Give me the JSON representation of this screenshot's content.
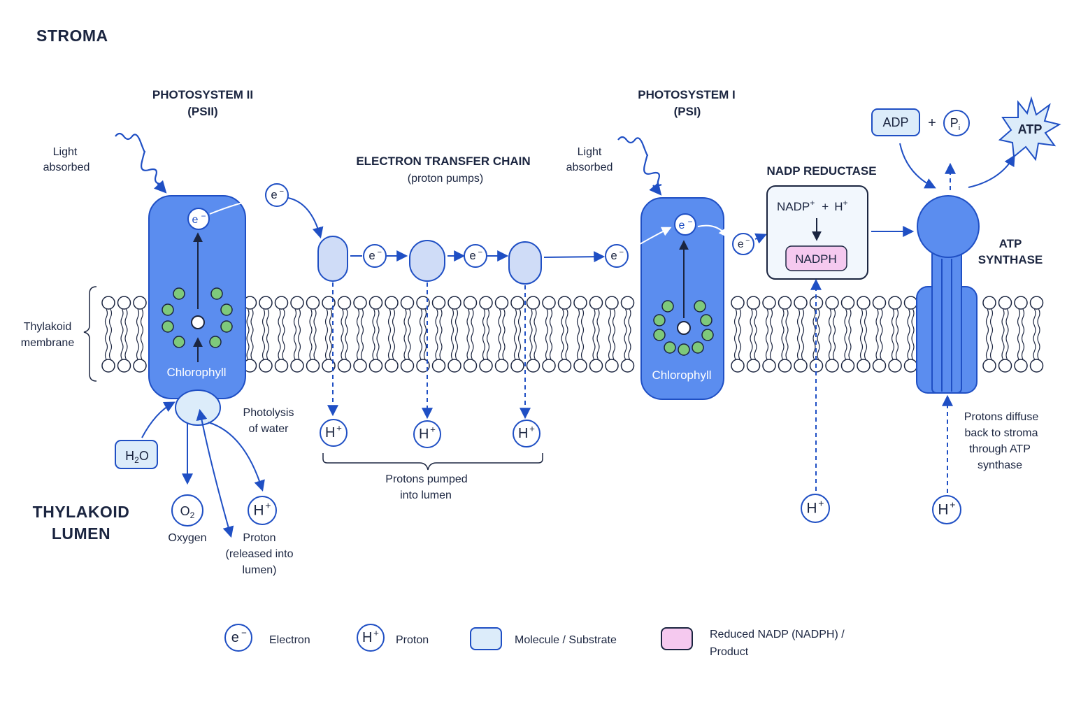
{
  "regions": {
    "stroma": "STROMA",
    "lumen_line1": "THYLAKOID",
    "lumen_line2": "LUMEN"
  },
  "membrane": {
    "label_line1": "Thylakoid",
    "label_line2": "membrane"
  },
  "psii": {
    "title_line1": "PHOTOSYSTEM II",
    "title_line2": "(PSII)",
    "light_line1": "Light",
    "light_line2": "absorbed",
    "pigment": "Chlorophyll",
    "photolysis_line1": "Photolysis",
    "photolysis_line2": "of water"
  },
  "etc": {
    "title_line1": "ELECTRON TRANSFER CHAIN",
    "title_line2": "(proton pumps)",
    "pumped_line1": "Protons pumped",
    "pumped_line2": "into lumen"
  },
  "psi": {
    "title_line1": "PHOTOSYSTEM I",
    "title_line2": "(PSI)",
    "light_line1": "Light",
    "light_line2": "absorbed",
    "pigment": "Chlorophyll"
  },
  "nadp": {
    "title": "NADP REDUCTASE",
    "reactant": "NADP",
    "plus": "+",
    "product": "NADPH"
  },
  "atp": {
    "title_line1": "ATP",
    "title_line2": "SYNTHASE",
    "adp": "ADP",
    "plus": "+",
    "pi": "P",
    "pi_sub": "i",
    "atp": "ATP",
    "diffuse_line1": "Protons diffuse",
    "diffuse_line2": "back to stroma",
    "diffuse_line3": "through ATP",
    "diffuse_line4": "synthase"
  },
  "water": {
    "h2o_h": "H",
    "h2o_sub": "2",
    "h2o_o": "O",
    "o2_o": "O",
    "o2_sub": "2",
    "oxygen": "Oxygen",
    "proton_line1": "Proton",
    "proton_line2": "(released into",
    "proton_line3": "lumen)"
  },
  "symbols": {
    "electron": "e",
    "minus": "−",
    "proton": "H",
    "plus": "+"
  },
  "legend": [
    {
      "label": "Electron"
    },
    {
      "label": "Proton"
    },
    {
      "label": "Molecule / Substrate"
    },
    {
      "label": "Reduced NADP (NADPH) /",
      "label2": "Product"
    }
  ],
  "colors": {
    "complex": "#5b8def",
    "complex_stroke": "#1f4fc4",
    "carrier": "#cfdcf7",
    "substrate": "#dcecfa",
    "product": "#f5c9ef",
    "chlorophyll": "#7ec97b",
    "arrow": "#1f4fc4"
  }
}
